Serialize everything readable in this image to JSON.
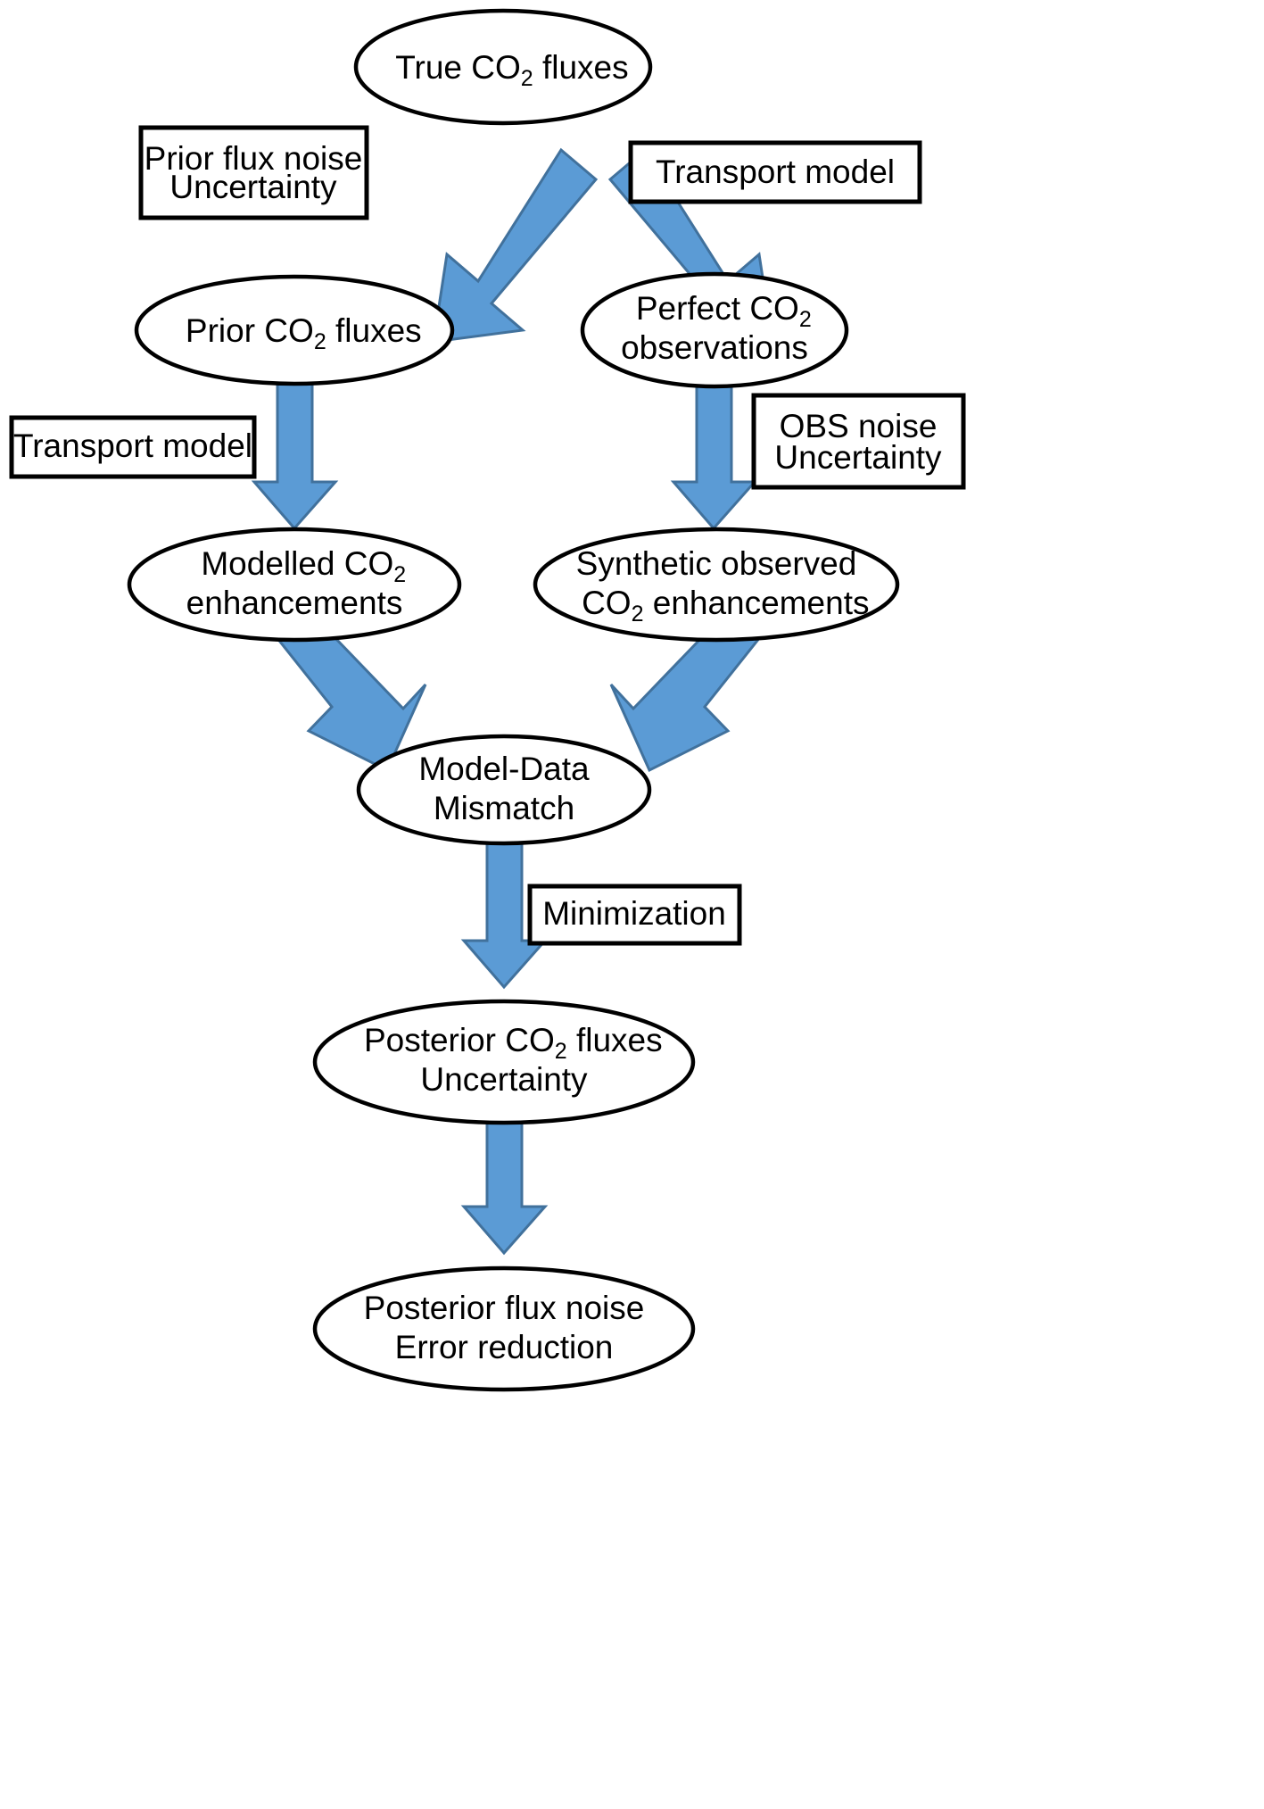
{
  "figure": {
    "title": "CO2 flux inversion observing system simulation experiment flowchart",
    "type": "flowchart",
    "background_color": "#ffffff",
    "arrow_fill": "#5b9bd5",
    "arrow_stroke": "#41719c",
    "node_stroke": "#000000",
    "node_fill": "#ffffff"
  },
  "nodes": {
    "true_fluxes": {
      "shape": "ellipse",
      "line1_a": "True CO",
      "line1_sub": "2",
      "line1_b": " fluxes"
    },
    "prior_fluxes": {
      "shape": "ellipse",
      "line1_a": "Prior CO",
      "line1_sub": "2",
      "line1_b": " fluxes"
    },
    "perfect_obs": {
      "shape": "ellipse",
      "line1_a": "Perfect CO",
      "line1_sub": "2",
      "line1_b": "",
      "line2": "observations"
    },
    "modelled_enh": {
      "shape": "ellipse",
      "line1_a": "Modelled CO",
      "line1_sub": "2",
      "line1_b": "",
      "line2": "enhancements"
    },
    "synthetic_enh": {
      "shape": "ellipse",
      "line1": "Synthetic observed",
      "line2_a": "CO",
      "line2_sub": "2",
      "line2_b": " enhancements"
    },
    "mismatch": {
      "shape": "ellipse",
      "line1": "Model-Data",
      "line2": "Mismatch"
    },
    "posterior_fluxes": {
      "shape": "ellipse",
      "line1_a": "Posterior CO",
      "line1_sub": "2",
      "line1_b": " fluxes",
      "line2": "Uncertainty"
    },
    "posterior_noise": {
      "shape": "ellipse",
      "line1": "Posterior flux noise",
      "line2": "Error reduction"
    }
  },
  "labels": {
    "prior_flux_noise": {
      "shape": "rect",
      "line1": "Prior flux noise",
      "line2": "Uncertainty"
    },
    "transport_model_top": {
      "shape": "rect",
      "line1": "Transport model"
    },
    "transport_model_left": {
      "shape": "rect",
      "line1": "Transport model"
    },
    "obs_noise": {
      "shape": "rect",
      "line1": "OBS noise",
      "line2": "Uncertainty"
    },
    "minimization": {
      "shape": "rect",
      "line1": "Minimization"
    }
  },
  "edges": [
    {
      "name": "true-to-prior",
      "from": "true_fluxes",
      "to": "prior_fluxes",
      "direction": "down-left",
      "annotation": "prior_flux_noise"
    },
    {
      "name": "true-to-perfect-obs",
      "from": "true_fluxes",
      "to": "perfect_obs",
      "direction": "down-right",
      "annotation": "transport_model_top"
    },
    {
      "name": "prior-to-modelled",
      "from": "prior_fluxes",
      "to": "modelled_enh",
      "direction": "down",
      "annotation": "transport_model_left"
    },
    {
      "name": "perfect-obs-to-synthetic",
      "from": "perfect_obs",
      "to": "synthetic_enh",
      "direction": "down",
      "annotation": "obs_noise"
    },
    {
      "name": "modelled-to-mismatch",
      "from": "modelled_enh",
      "to": "mismatch",
      "direction": "down-right",
      "annotation": ""
    },
    {
      "name": "synthetic-to-mismatch",
      "from": "synthetic_enh",
      "to": "mismatch",
      "direction": "down-left",
      "annotation": ""
    },
    {
      "name": "mismatch-to-posterior",
      "from": "mismatch",
      "to": "posterior_fluxes",
      "direction": "down",
      "annotation": "minimization"
    },
    {
      "name": "posterior-to-noise",
      "from": "posterior_fluxes",
      "to": "posterior_noise",
      "direction": "down",
      "annotation": ""
    }
  ]
}
